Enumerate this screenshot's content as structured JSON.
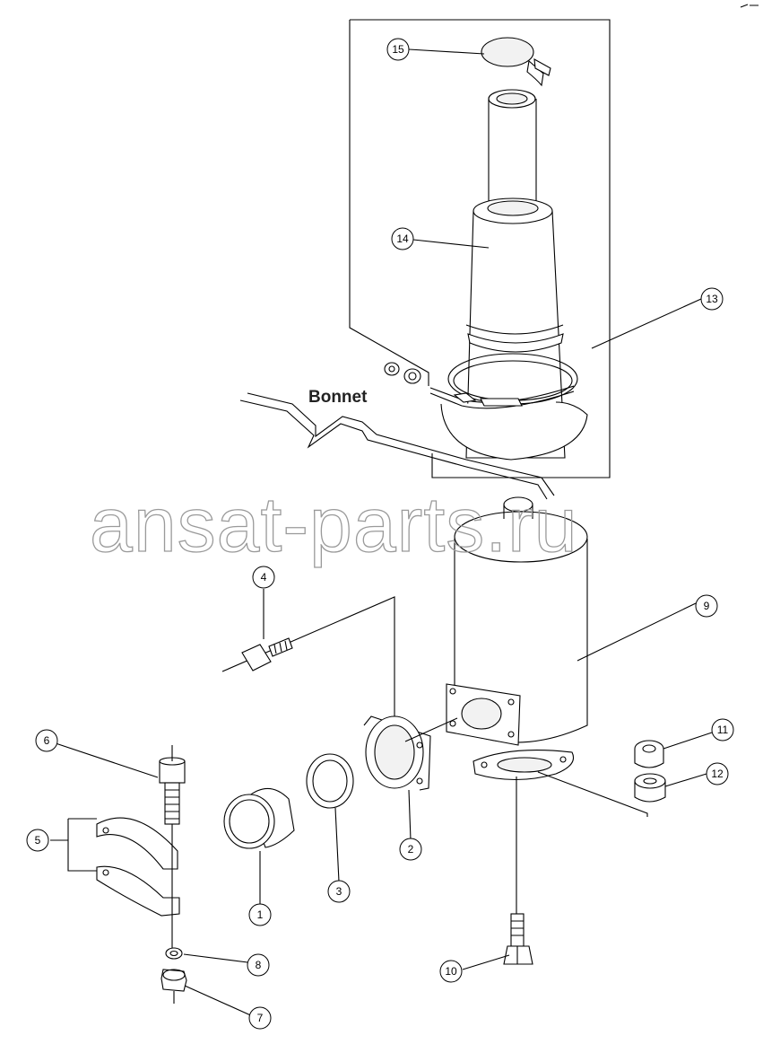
{
  "labels": {
    "bonnet": "Bonnet"
  },
  "watermark": {
    "text": "ansat-parts.ru"
  },
  "callouts": [
    {
      "id": "c1",
      "number": "1"
    },
    {
      "id": "c2",
      "number": "2"
    },
    {
      "id": "c3",
      "number": "3"
    },
    {
      "id": "c4",
      "number": "4"
    },
    {
      "id": "c5",
      "number": "5"
    },
    {
      "id": "c6",
      "number": "6"
    },
    {
      "id": "c7",
      "number": "7"
    },
    {
      "id": "c8",
      "number": "8"
    },
    {
      "id": "c9",
      "number": "9"
    },
    {
      "id": "c10",
      "number": "10"
    },
    {
      "id": "c11",
      "number": "11"
    },
    {
      "id": "c12",
      "number": "12"
    },
    {
      "id": "c13",
      "number": "13"
    },
    {
      "id": "c14",
      "number": "14"
    },
    {
      "id": "c15",
      "number": "15"
    }
  ]
}
